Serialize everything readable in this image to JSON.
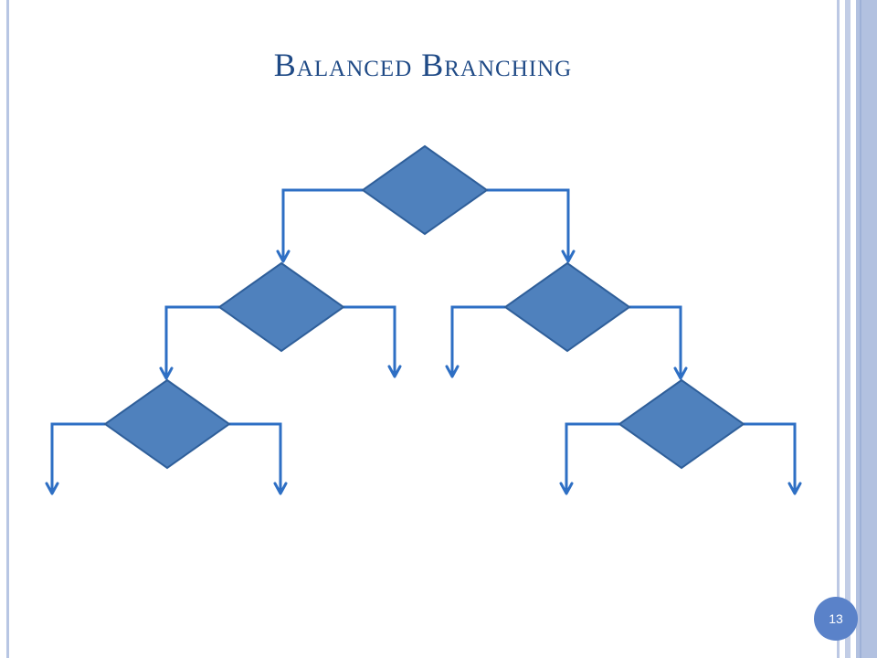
{
  "slide": {
    "title": "Balanced Branching",
    "page_number": "13"
  },
  "colors": {
    "title": "#1f4a86",
    "diamond_fill": "#4f81bd",
    "diamond_stroke": "#2f5f9a",
    "connector": "#2e6fc4",
    "badge": "#5a82c9"
  },
  "diagram": {
    "type": "balanced-branching-tree",
    "nodes": [
      {
        "id": "root",
        "shape": "diamond",
        "level": 1,
        "parent": null,
        "branches": [
          "left",
          "right"
        ]
      },
      {
        "id": "mid-left",
        "shape": "diamond",
        "level": 2,
        "parent": "root",
        "branches": [
          "left",
          "right"
        ]
      },
      {
        "id": "mid-right",
        "shape": "diamond",
        "level": 2,
        "parent": "root",
        "branches": [
          "left",
          "right"
        ]
      },
      {
        "id": "low-left",
        "shape": "diamond",
        "level": 3,
        "parent": "mid-left",
        "branches": [
          "left",
          "right"
        ]
      },
      {
        "id": "low-right",
        "shape": "diamond",
        "level": 3,
        "parent": "mid-right",
        "branches": [
          "left",
          "right"
        ]
      }
    ],
    "edges": [
      {
        "from": "root",
        "to": "mid-left",
        "side": "left"
      },
      {
        "from": "root",
        "to": "mid-right",
        "side": "right"
      },
      {
        "from": "mid-left",
        "to": "low-left",
        "side": "left"
      },
      {
        "from": "mid-left",
        "to": null,
        "side": "right"
      },
      {
        "from": "mid-right",
        "to": null,
        "side": "left"
      },
      {
        "from": "mid-right",
        "to": "low-right",
        "side": "right"
      },
      {
        "from": "low-left",
        "to": null,
        "side": "left"
      },
      {
        "from": "low-left",
        "to": null,
        "side": "right"
      },
      {
        "from": "low-right",
        "to": null,
        "side": "left"
      },
      {
        "from": "low-right",
        "to": null,
        "side": "right"
      }
    ]
  }
}
